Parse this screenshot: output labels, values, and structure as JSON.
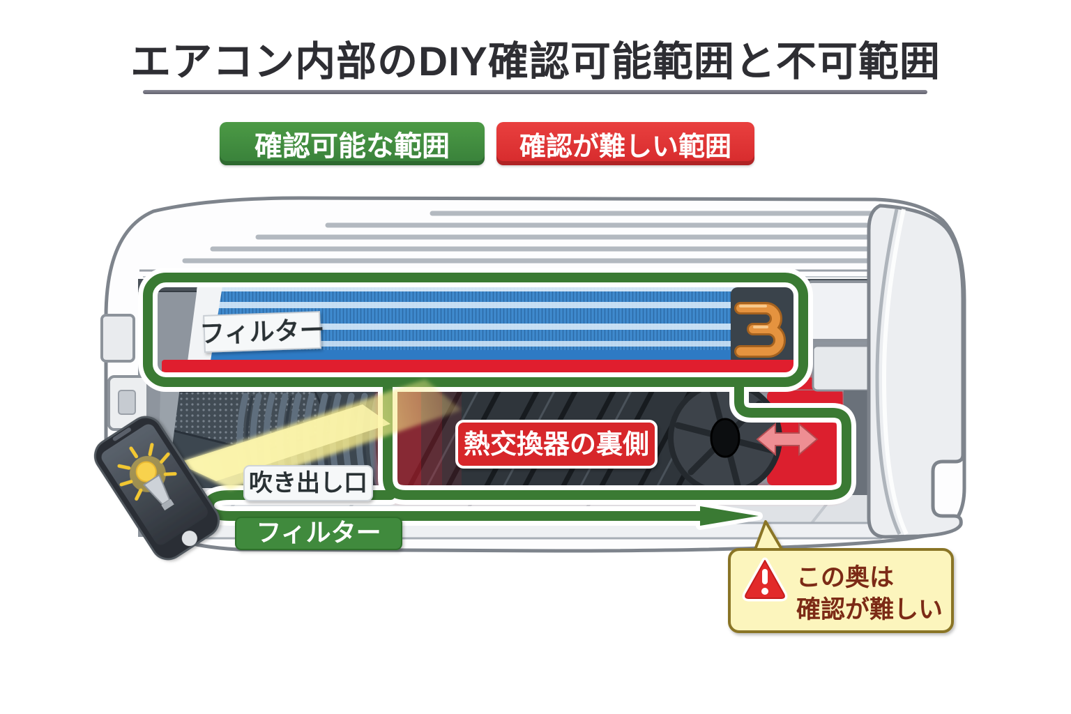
{
  "title": {
    "text": "エアコン内部のDIY確認可能範囲と不可範囲"
  },
  "legend": {
    "ok_badge": {
      "label": "確認可能な範囲",
      "color": "#3f8a3c"
    },
    "ng_badge": {
      "label": "確認が難しい範囲",
      "color": "#e23334"
    }
  },
  "diagram": {
    "labels": {
      "filter_top": "フィルター",
      "outlet": "吹き出し口",
      "filter_bottom": "フィルター",
      "heat_exchanger_back": "熱交換器の裏側"
    },
    "callout": {
      "line1": "この奥は",
      "line2": "確認が難しい"
    },
    "icons": {
      "warning": "warning-triangle",
      "flashlight": "flashlight-torch",
      "airflow": "double-headed-arrow",
      "inspect_path_end": "right-arrowhead"
    },
    "colors": {
      "ok_outline_green": "#3a7a33",
      "ng_red": "#dc1f2e",
      "filter_blue": "#3b87cc",
      "coil_orange": "#e5933f",
      "beam_yellow": "#f8ec8a",
      "callout_bg": "#fcf5bd",
      "callout_border": "#8a7426",
      "callout_text": "#7b2c12",
      "title_underline": "#6e6e7a"
    }
  }
}
